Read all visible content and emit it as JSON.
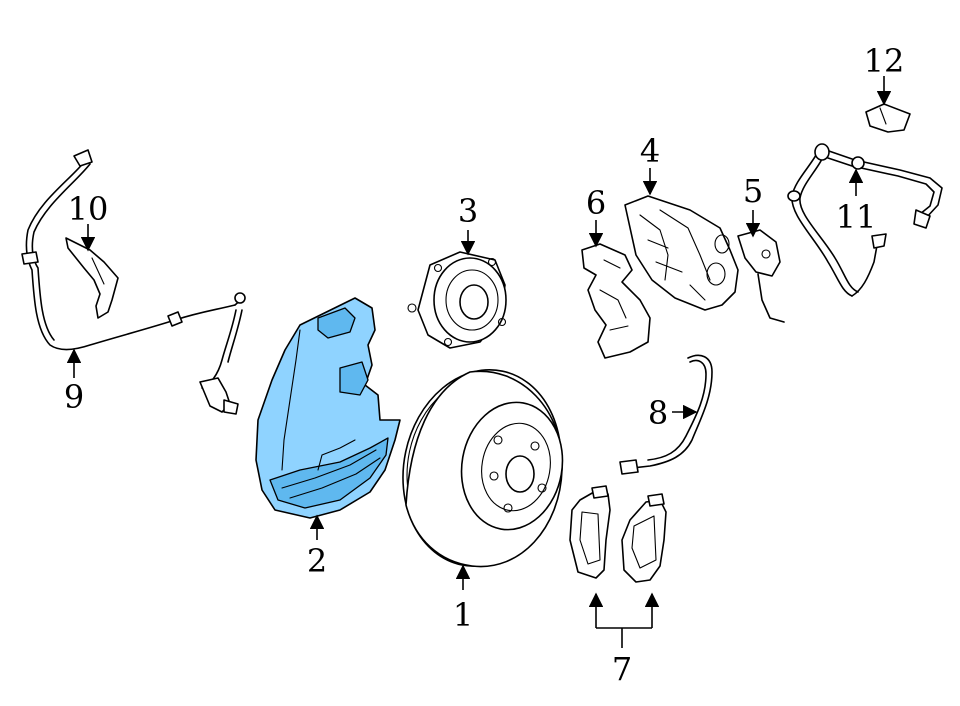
{
  "labels": {
    "p1": "1",
    "p2": "2",
    "p3": "3",
    "p4": "4",
    "p5": "5",
    "p6": "6",
    "p7": "7",
    "p8": "8",
    "p9": "9",
    "p10": "10",
    "p11": "11",
    "p12": "12"
  },
  "colors": {
    "highlight": "#8fd3ff",
    "highlight_dark": "#5fb8ef",
    "line": "#000000",
    "background": "#ffffff"
  }
}
